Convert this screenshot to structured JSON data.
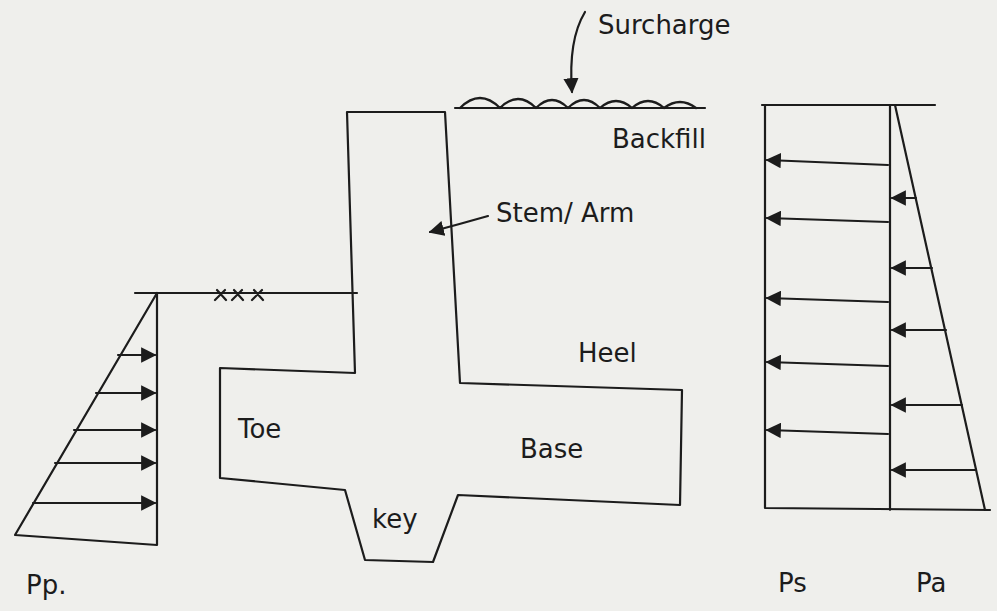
{
  "diagram": {
    "labels": [
      "Surcharge",
      "Backfill",
      "Stem/ Arm",
      "Heel",
      "Toe",
      "Base",
      "key",
      "Pp.",
      "Ps",
      "Pa"
    ]
  }
}
